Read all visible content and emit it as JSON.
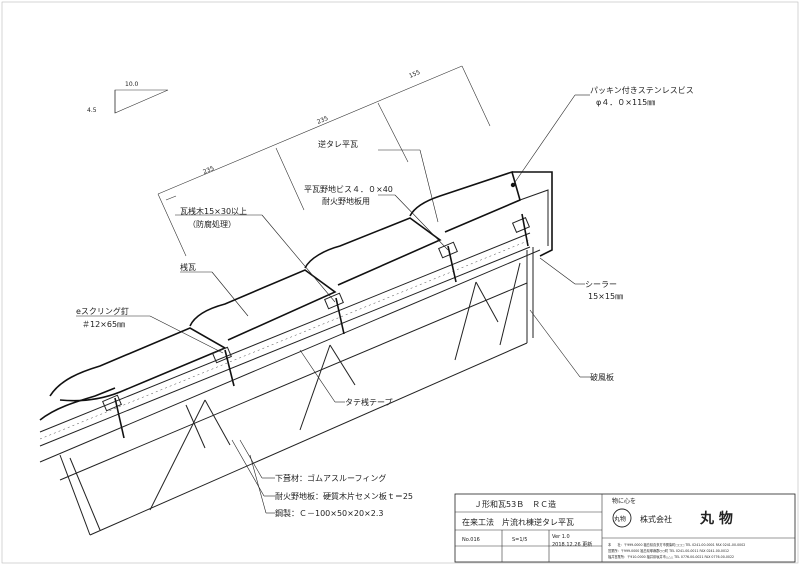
{
  "dimensions": {
    "slope_run": "10.0",
    "slope_rise": "4.5",
    "dim_top": "155",
    "dim_mid": "235",
    "dim_low": "235"
  },
  "labels": {
    "stainless_screw": "パッキン付きステンレスビス",
    "stainless_screw_size": "φ４．０×115㎜",
    "reverse_tile": "逆タレ平瓦",
    "flat_tile_screw": "平瓦野地ビス４．０×40",
    "fire_board_use": "耐火野地板用",
    "batten": "瓦桟木15×30以上",
    "batten_note": "（防腐処理）",
    "ridge_tile": "桟瓦",
    "sealer": "シーラー",
    "sealer_size": "15×15㎜",
    "spring_nail": "eスクリング釘",
    "spring_nail_size": "＃12×65㎜",
    "verge_board": "破風板",
    "tate_tape": "タテ桟テープ",
    "underlay": "下葺材：ゴムアスルーフィング",
    "fire_board": "耐火野地板：硬質木片セメン板ｔ＝25",
    "steel": "鋼製：Ｃ－100×50×20×2.3"
  },
  "title_block": {
    "title_line1": "Ｊ形和瓦53Ｂ　ＲＣ造",
    "title_line2": "在来工法　片流れ棟逆タレ平瓦",
    "drawing_no": "No.016",
    "scale": "S=1/5",
    "version": "Ver 1.0",
    "date": "2018.12.26 更新",
    "slogan": "物に心を",
    "seal_char": "丸物",
    "company_prefix": "株式会社",
    "company_name": "丸 物",
    "office_lines": [
      "本　　社：〒999-0000 福島県喜多方市関柴町□□□ TEL 0241-00-0001 FAX 0241-00-0002",
      "営業所：〒999-0000 福島県耶麻郡○○町 TEL 0241-00-0011 FAX 0241-00-0012",
      "福井営業所：〒910-0000 福井県坂井市△△△ TEL 0776-00-0021 FAX 0776-00-0022"
    ]
  }
}
